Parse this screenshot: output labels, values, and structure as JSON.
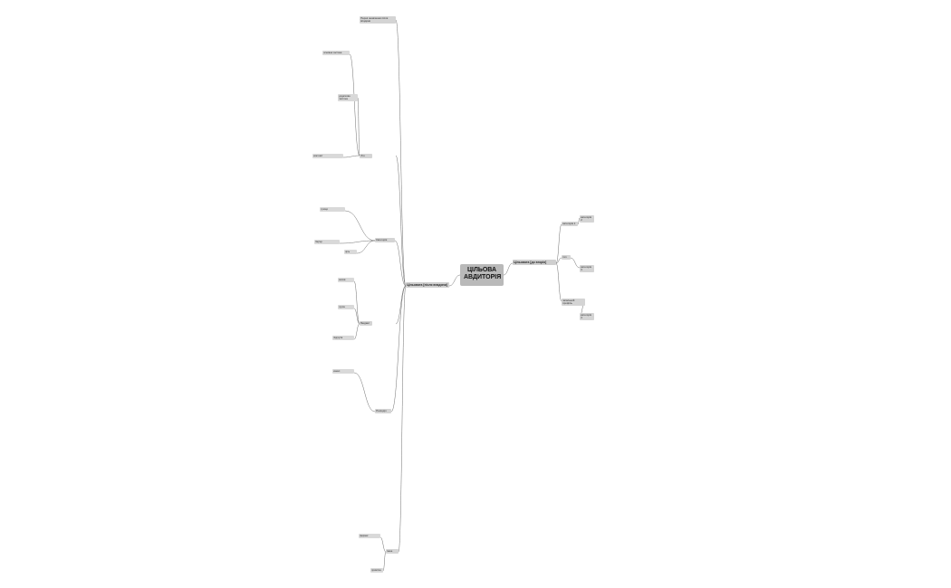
{
  "title": "ЦІЛЬОВА АВДИТОРІЯ",
  "colors": {
    "node_bg": "#d9d9d9",
    "root_bg": "#b9b9b9",
    "line": "#6e6e6e"
  },
  "branches": {
    "b1": "Цільовата [до вгорія]",
    "b2": "Цільовата [після впадини]"
  },
  "nodes": {
    "n_r1": "категорія 1",
    "n_r2": "категорія 2",
    "n_r3": "тип",
    "n_r4": "категорія 3",
    "n_r5": "категорія 4",
    "n_r6": "загальний профіль",
    "n_l1": "Перші оновлення після впадини",
    "n_l2": "Хто",
    "n_l3": "Категорія",
    "n_l4": "Бюджет",
    "n_l5": "Розподіл",
    "n_l6": "Інше",
    "n_m1": "основна частина",
    "n_m2": "додаткова частина",
    "n_m3": "контекст",
    "n_m4": "тригер",
    "n_m5": "бар'єр",
    "n_m6": "ціль",
    "n_m7": "мотив",
    "n_m8": "група",
    "n_m9": "підгрупа",
    "n_m10": "канал",
    "n_m11": "формат",
    "n_m12": "примітка"
  }
}
